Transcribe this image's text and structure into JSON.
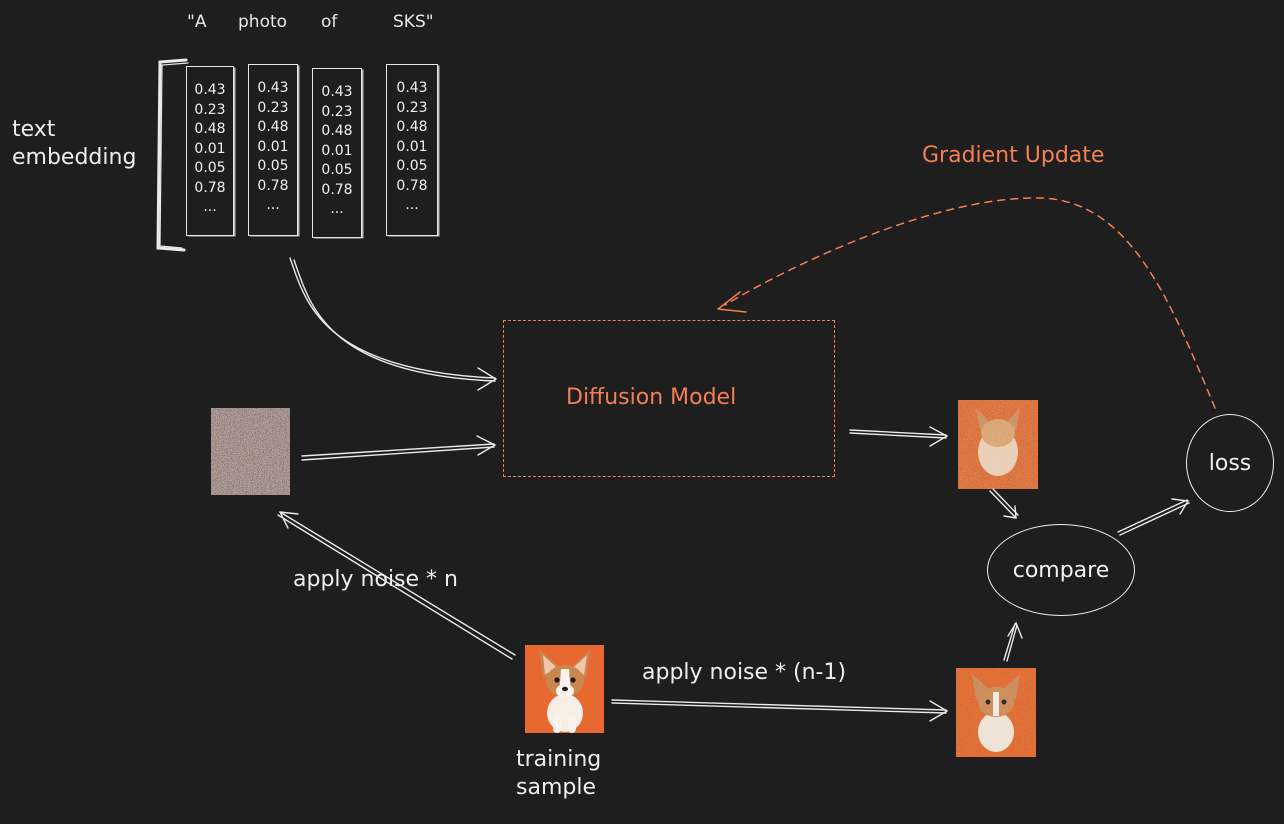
{
  "tokens": [
    "\"A",
    "photo",
    "of",
    "SKS\""
  ],
  "embedding_label": [
    "text",
    "embedding"
  ],
  "embedding_columns": [
    [
      "0.43",
      "0.23",
      "0.48",
      "0.01",
      "0.05",
      "0.78",
      "..."
    ],
    [
      "0.43",
      "0.23",
      "0.48",
      "0.01",
      "0.05",
      "0.78",
      "..."
    ],
    [
      "0.43",
      "0.23",
      "0.48",
      "0.01",
      "0.05",
      "0.78",
      "..."
    ],
    [
      "0.43",
      "0.23",
      "0.48",
      "0.01",
      "0.05",
      "0.78",
      "..."
    ]
  ],
  "model_label": "Diffusion Model",
  "gradient_label": "Gradient Update",
  "noise_n_label": "apply noise * n",
  "noise_n1_label": "apply noise * (n-1)",
  "training_label": [
    "training",
    "sample"
  ],
  "compare_label": "compare",
  "loss_label": "loss",
  "colors": {
    "accent": "#f47f52",
    "background": "#1e1e1e",
    "stroke": "#eeeeee",
    "dog_bg": "#e8692f"
  }
}
